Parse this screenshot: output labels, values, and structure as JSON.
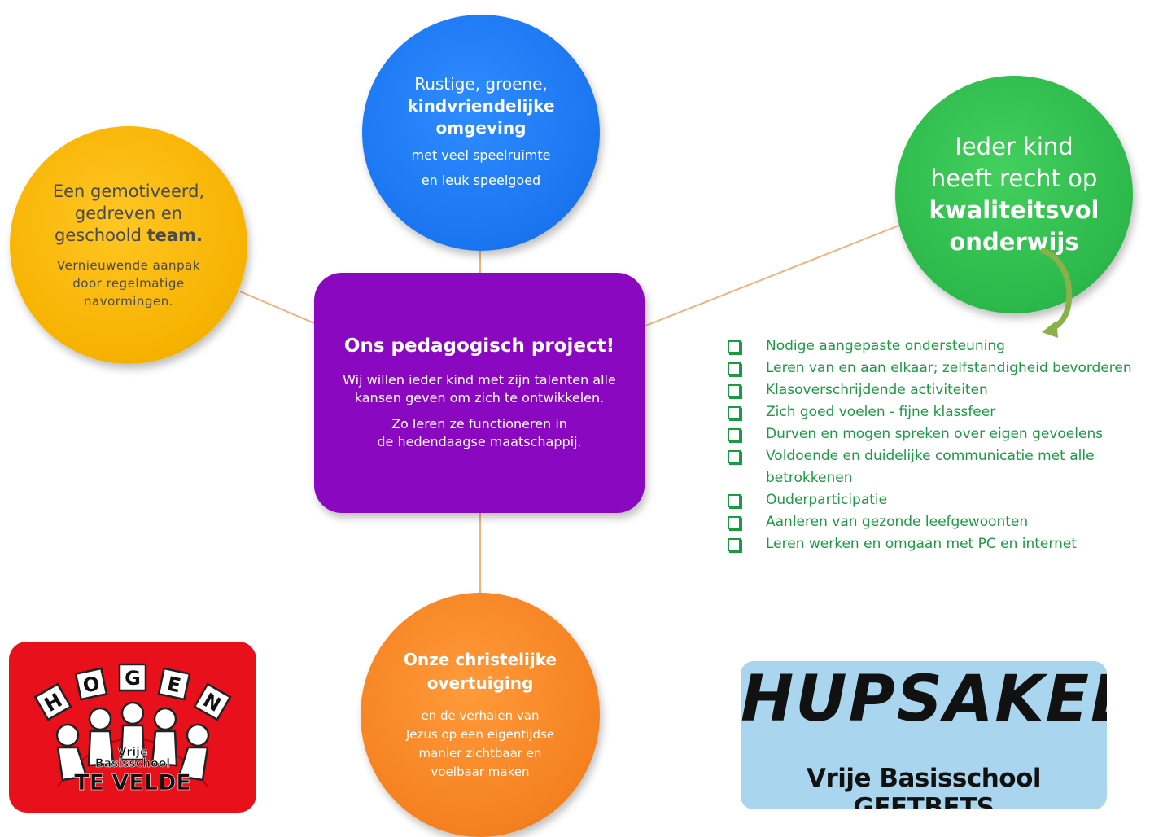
{
  "team": {
    "line1": "Een gemotiveerd,",
    "line2": "gedreven en",
    "line3_plain": "geschoold ",
    "line3_bold": "team.",
    "sub_line1": "Vernieuwende aanpak",
    "sub_line2": "door regelmatige",
    "sub_line3": "navormingen."
  },
  "omgeving": {
    "line1": "Rustige, groene,",
    "line2_bold": "kindvriendelijke",
    "line3_bold": "omgeving",
    "sub_line1": "met veel speelruimte",
    "sub_line2": "en leuk speelgoed"
  },
  "onderwijs": {
    "line1": "Ieder kind",
    "line2": "heeft recht op",
    "line3_bold": "kwaliteitsvol",
    "line4_bold": "onderwijs"
  },
  "project": {
    "title": "Ons pedagogisch project!",
    "p1_line1": "Wij willen ieder kind met zijn talenten alle",
    "p1_line2": "kansen geven  om zich te ontwikkelen.",
    "p2_line1": "Zo leren  ze functioneren in",
    "p2_line2": "de hedendaagse maatschappij."
  },
  "overtuiging": {
    "line1": "Onze christelijke",
    "line2": "overtuiging",
    "sub_line1": "en de verhalen van",
    "sub_line2": "Jezus op een eigentijdse",
    "sub_line3": "manier zichtbaar en",
    "sub_line4": "voelbaar maken"
  },
  "checklist": [
    "Nodige aangepaste ondersteuning",
    "Leren van en aan elkaar; zelfstandigheid bevorderen",
    "Klasoverschrijdende activiteiten",
    "Zich goed voelen -  fijne klassfeer",
    "Durven en mogen spreken over eigen gevoelens",
    "Voldoende en duidelijke communicatie met alle betrokkenen",
    "Ouderparticipatie",
    "Aanleren van gezonde leefgewoonten",
    "Leren werken en omgaan met PC en internet"
  ],
  "logo_left": {
    "letters": [
      "H",
      "O",
      "G",
      "E",
      "N"
    ],
    "line1": "Vrije",
    "line2": "Basisschool",
    "line3": "TE VELDE"
  },
  "logo_right": {
    "title": "HUPSAKEE",
    "subtitle": "Vrije Basisschool GEETBETS"
  },
  "colors": {
    "yellow": "#f6b200",
    "blue": "#1a75f0",
    "green": "#2cb84a",
    "purple": "#8a08c0",
    "orange": "#f58120",
    "checklist_text": "#1b9a43",
    "connector": "#f0b27a",
    "logo_left_bg": "#e8101a",
    "logo_right_bg": "#a9d6ee"
  }
}
